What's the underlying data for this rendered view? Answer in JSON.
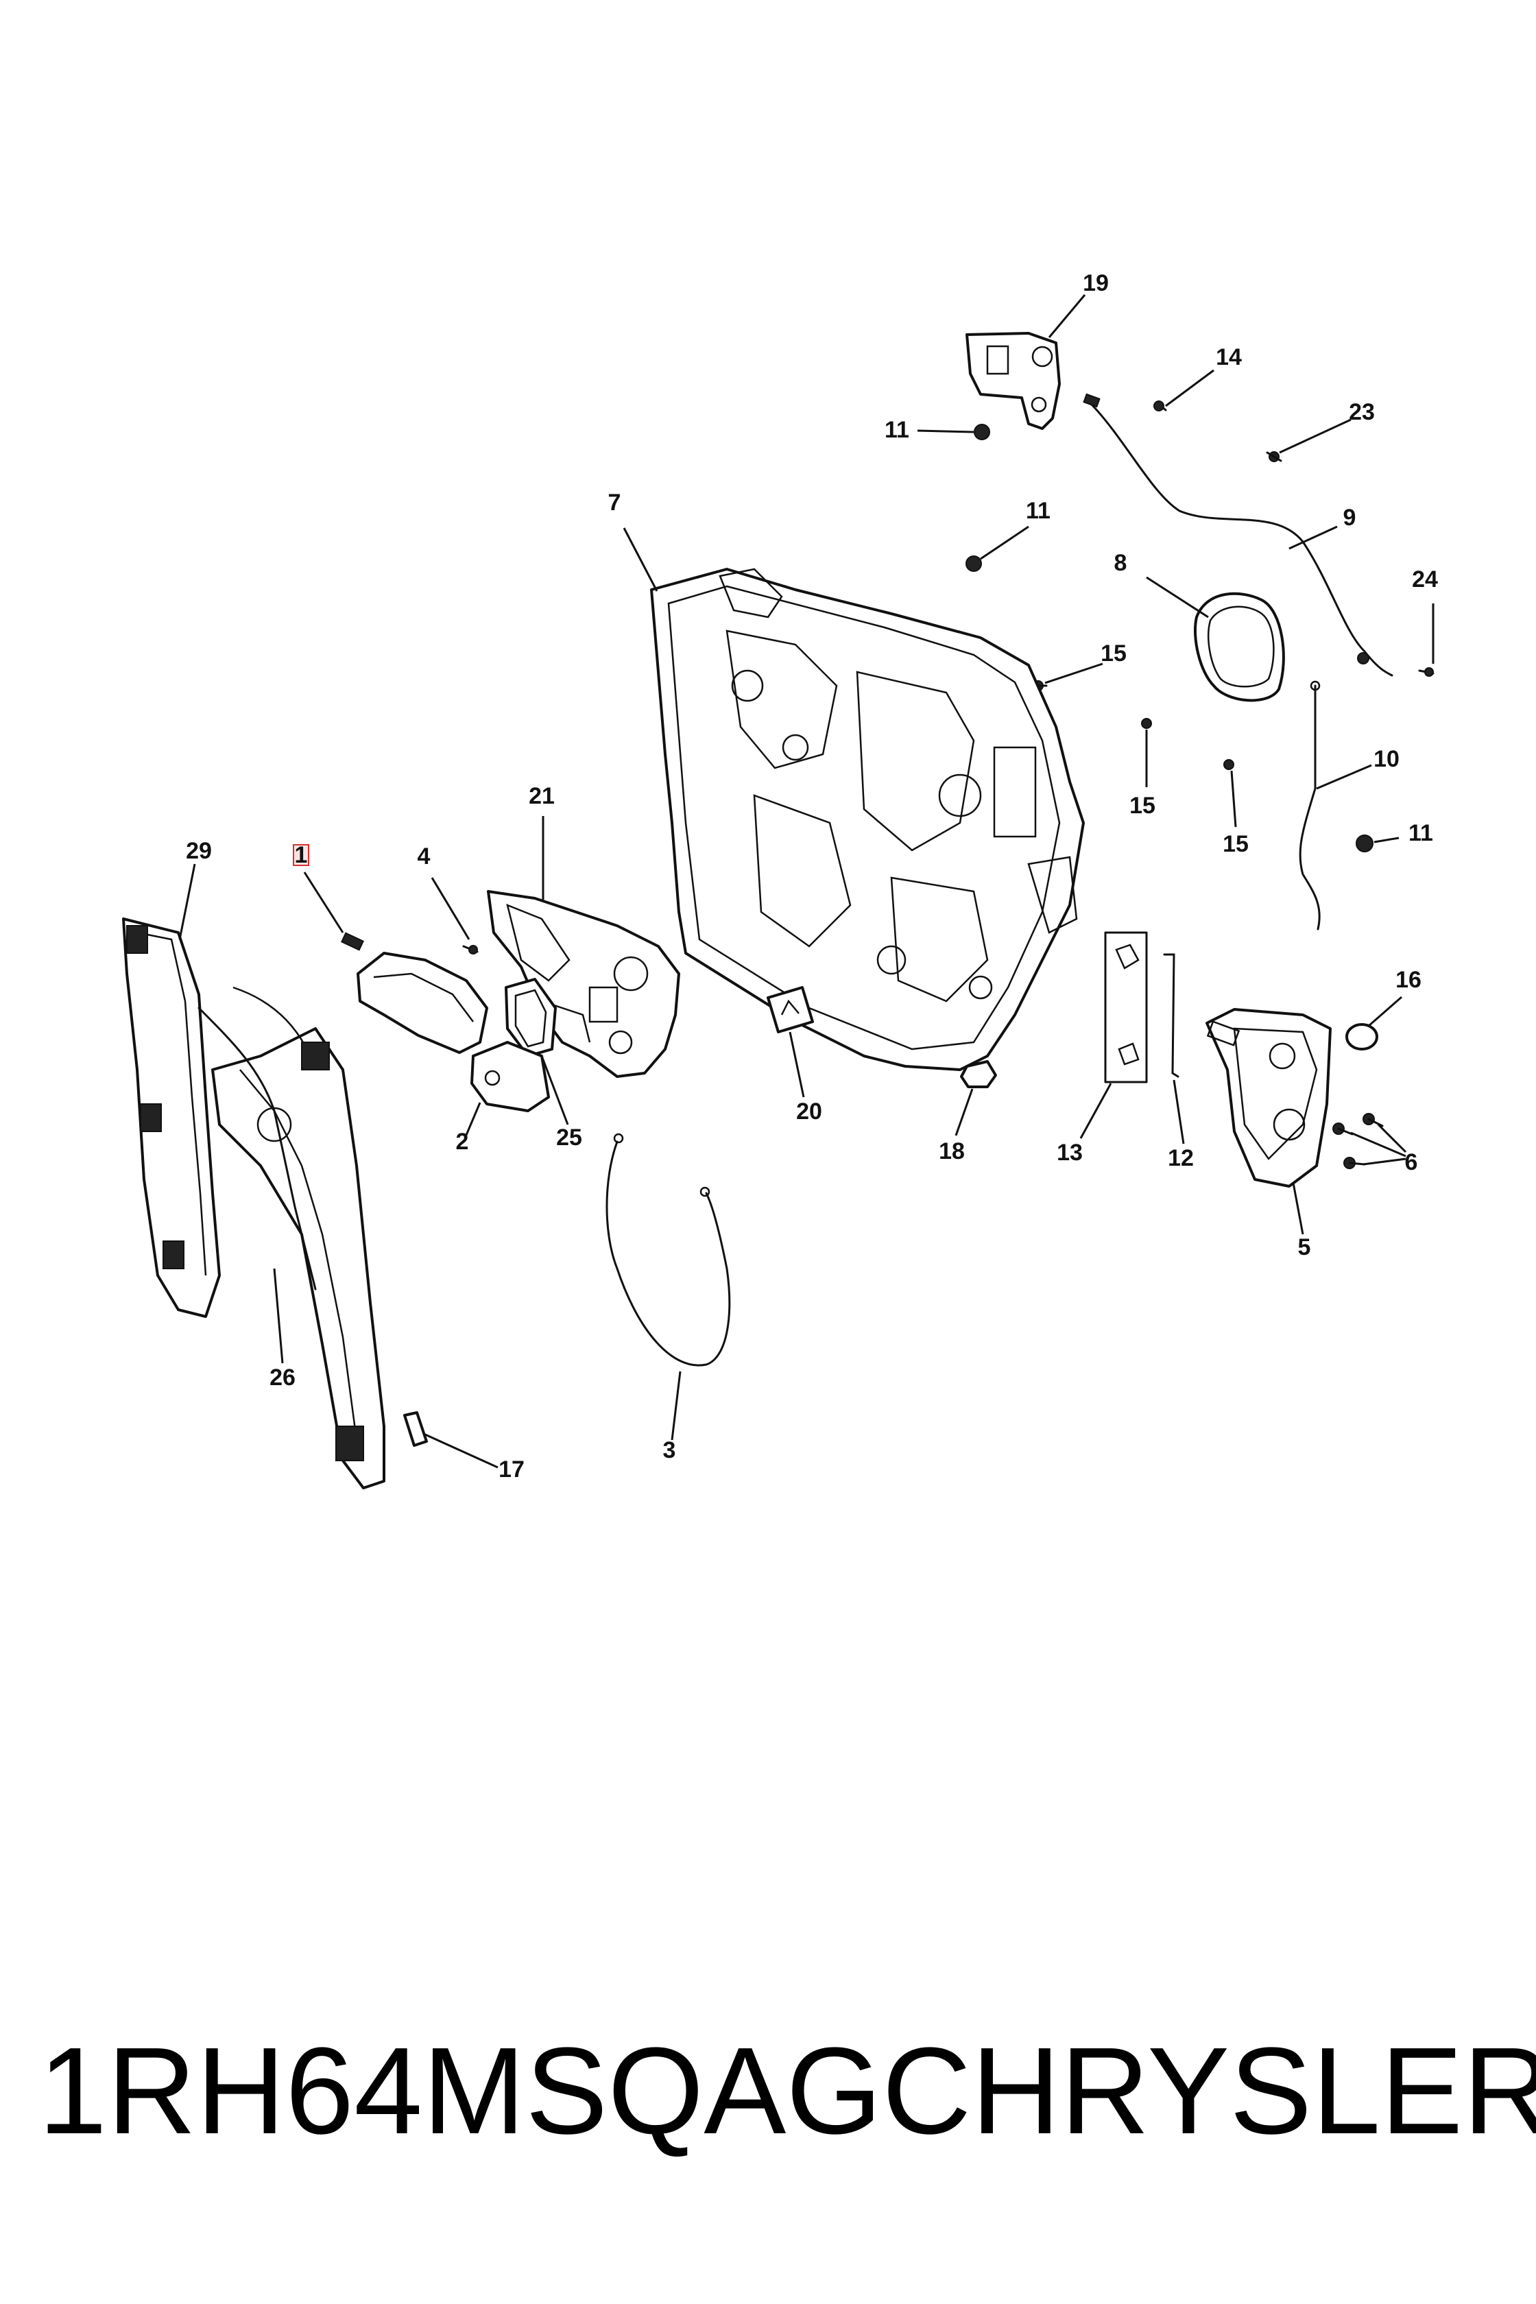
{
  "callouts": {
    "c1": "1",
    "c2": "2",
    "c3": "3",
    "c4": "4",
    "c5": "5",
    "c6": "6",
    "c7": "7",
    "c8": "8",
    "c9": "9",
    "c10": "10",
    "c11a": "11",
    "c11b": "11",
    "c11c": "11",
    "c12": "12",
    "c13": "13",
    "c14": "14",
    "c15a": "15",
    "c15b": "15",
    "c15c": "15",
    "c16": "16",
    "c17": "17",
    "c18": "18",
    "c19": "19",
    "c20": "20",
    "c21": "21",
    "c23": "23",
    "c24": "24",
    "c25": "25",
    "c26": "26",
    "c29": "29"
  },
  "highlight_color": "#d33333",
  "footer": {
    "part_number": "1RH64MSQAG",
    "brand": "CHRYSLER"
  }
}
